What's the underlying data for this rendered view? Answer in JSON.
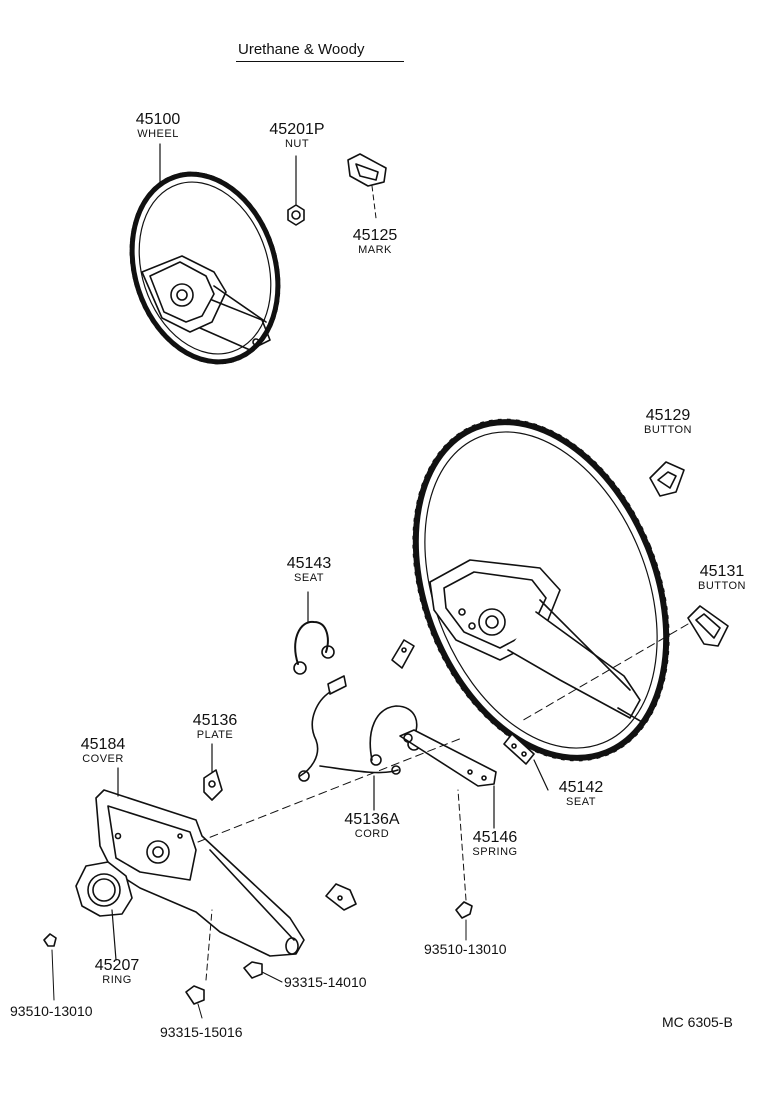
{
  "title": "Urethane & Woody",
  "diagram_code": "MC 6305-B",
  "parts": [
    {
      "number": "45100",
      "name": "WHEEL"
    },
    {
      "number": "45201P",
      "name": "NUT"
    },
    {
      "number": "45125",
      "name": "MARK"
    },
    {
      "number": "45129",
      "name": "BUTTON"
    },
    {
      "number": "45131",
      "name": "BUTTON"
    },
    {
      "number": "45143",
      "name": "SEAT"
    },
    {
      "number": "45136",
      "name": "PLATE"
    },
    {
      "number": "45184",
      "name": "COVER"
    },
    {
      "number": "45136A",
      "name": "CORD"
    },
    {
      "number": "45142",
      "name": "SEAT"
    },
    {
      "number": "45146",
      "name": "SPRING"
    },
    {
      "number": "45207",
      "name": "RING"
    }
  ],
  "fasteners": [
    "93510-13010",
    "93315-14010",
    "93510-13010",
    "93315-15016"
  ]
}
